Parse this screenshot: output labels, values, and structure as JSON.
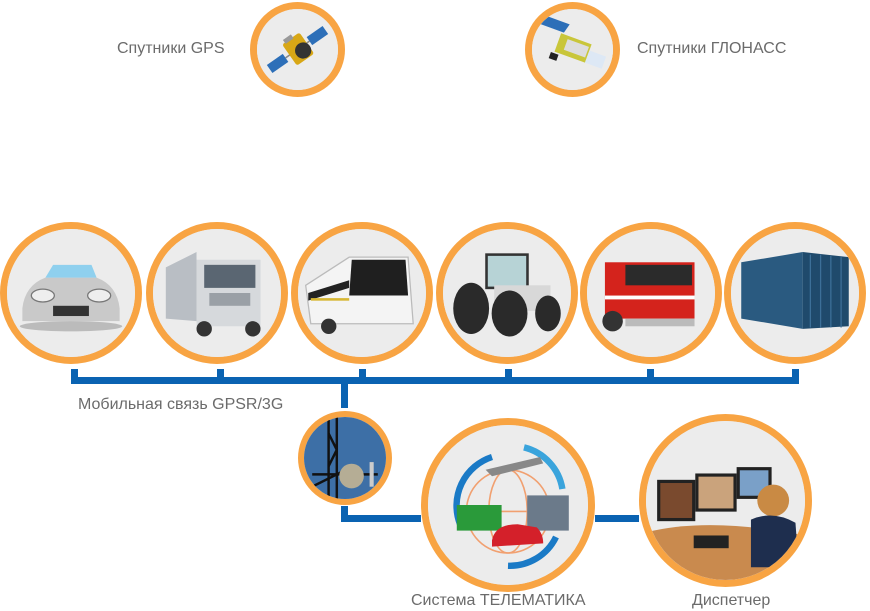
{
  "title": "Телематическая система мониторинга транспорта",
  "colors": {
    "ring": "#f8a443",
    "connector": "#0a63b2",
    "label": "#6b6b6b",
    "circle_bg": "#ececec"
  },
  "satellites": [
    {
      "label": "Спутники GPS",
      "icon": "gps-satellite-icon"
    },
    {
      "label": "Спутники ГЛОНАСС",
      "icon": "glonass-satellite-icon"
    }
  ],
  "vehicles": [
    {
      "name": "car",
      "icon": "sports-car-icon"
    },
    {
      "name": "truck",
      "icon": "truck-icon"
    },
    {
      "name": "bus",
      "icon": "bus-icon"
    },
    {
      "name": "tractor",
      "icon": "tractor-icon"
    },
    {
      "name": "fire-truck",
      "icon": "fire-truck-icon"
    },
    {
      "name": "container",
      "icon": "shipping-container-icon"
    }
  ],
  "network": {
    "label": "Мобильная связь GPSR/3G",
    "icon": "cell-tower-icon"
  },
  "telematics": {
    "label": "Система ТЕЛЕМАТИКА",
    "icon": "telematics-globe-icon"
  },
  "dispatcher": {
    "label": "Диспетчер",
    "icon": "dispatcher-operator-icon"
  }
}
